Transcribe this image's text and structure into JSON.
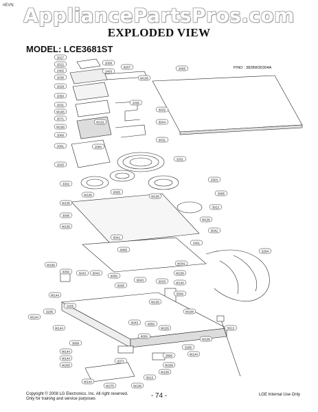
{
  "header": {
    "corner_tag": "#EVN",
    "watermark": "AppliancePartsPros.com",
    "title": "EXPLODED VIEW",
    "model": "MODEL: LCE3681ST",
    "pno": "P/NO : 3828W3D304A"
  },
  "footer": {
    "copyright": "Copyright © 2008 LG Electronics. Inc. All right reserved.",
    "usage": "Only for training and service purposes",
    "page": "- 74 -",
    "right": "LGE Internal Use Only"
  },
  "part_labels": [
    "2027",
    "2022",
    "2402",
    "2030",
    "2029",
    "2050",
    "2031",
    "W186",
    "2071",
    "W189",
    "2066",
    "2081",
    "2025",
    "2058",
    "2403",
    "6007",
    "W106",
    "2095",
    "W101",
    "2080",
    "3065",
    "6032",
    "6044",
    "6031",
    "3201",
    "3302",
    "W106",
    "6065",
    "W106",
    "3303",
    "3085",
    "W105",
    "3022",
    "3006",
    "W106",
    "6042",
    "6041",
    "W136",
    "6865",
    "3401",
    "W186",
    "6050",
    "6043",
    "6043",
    "6050",
    "6000",
    "6043",
    "6033",
    "5284",
    "W341",
    "W236",
    "W140",
    "5500",
    "W144",
    "3205",
    "3206",
    "W144",
    "W144",
    "W105",
    "W108",
    "6043",
    "6850",
    "W226",
    "6050",
    "5013",
    "3899",
    "W144",
    "W108",
    "W144",
    "W200",
    "3896",
    "3285",
    "W144",
    "6371",
    "W209",
    "W108",
    "6013",
    "W144",
    "W275",
    "W108"
  ]
}
